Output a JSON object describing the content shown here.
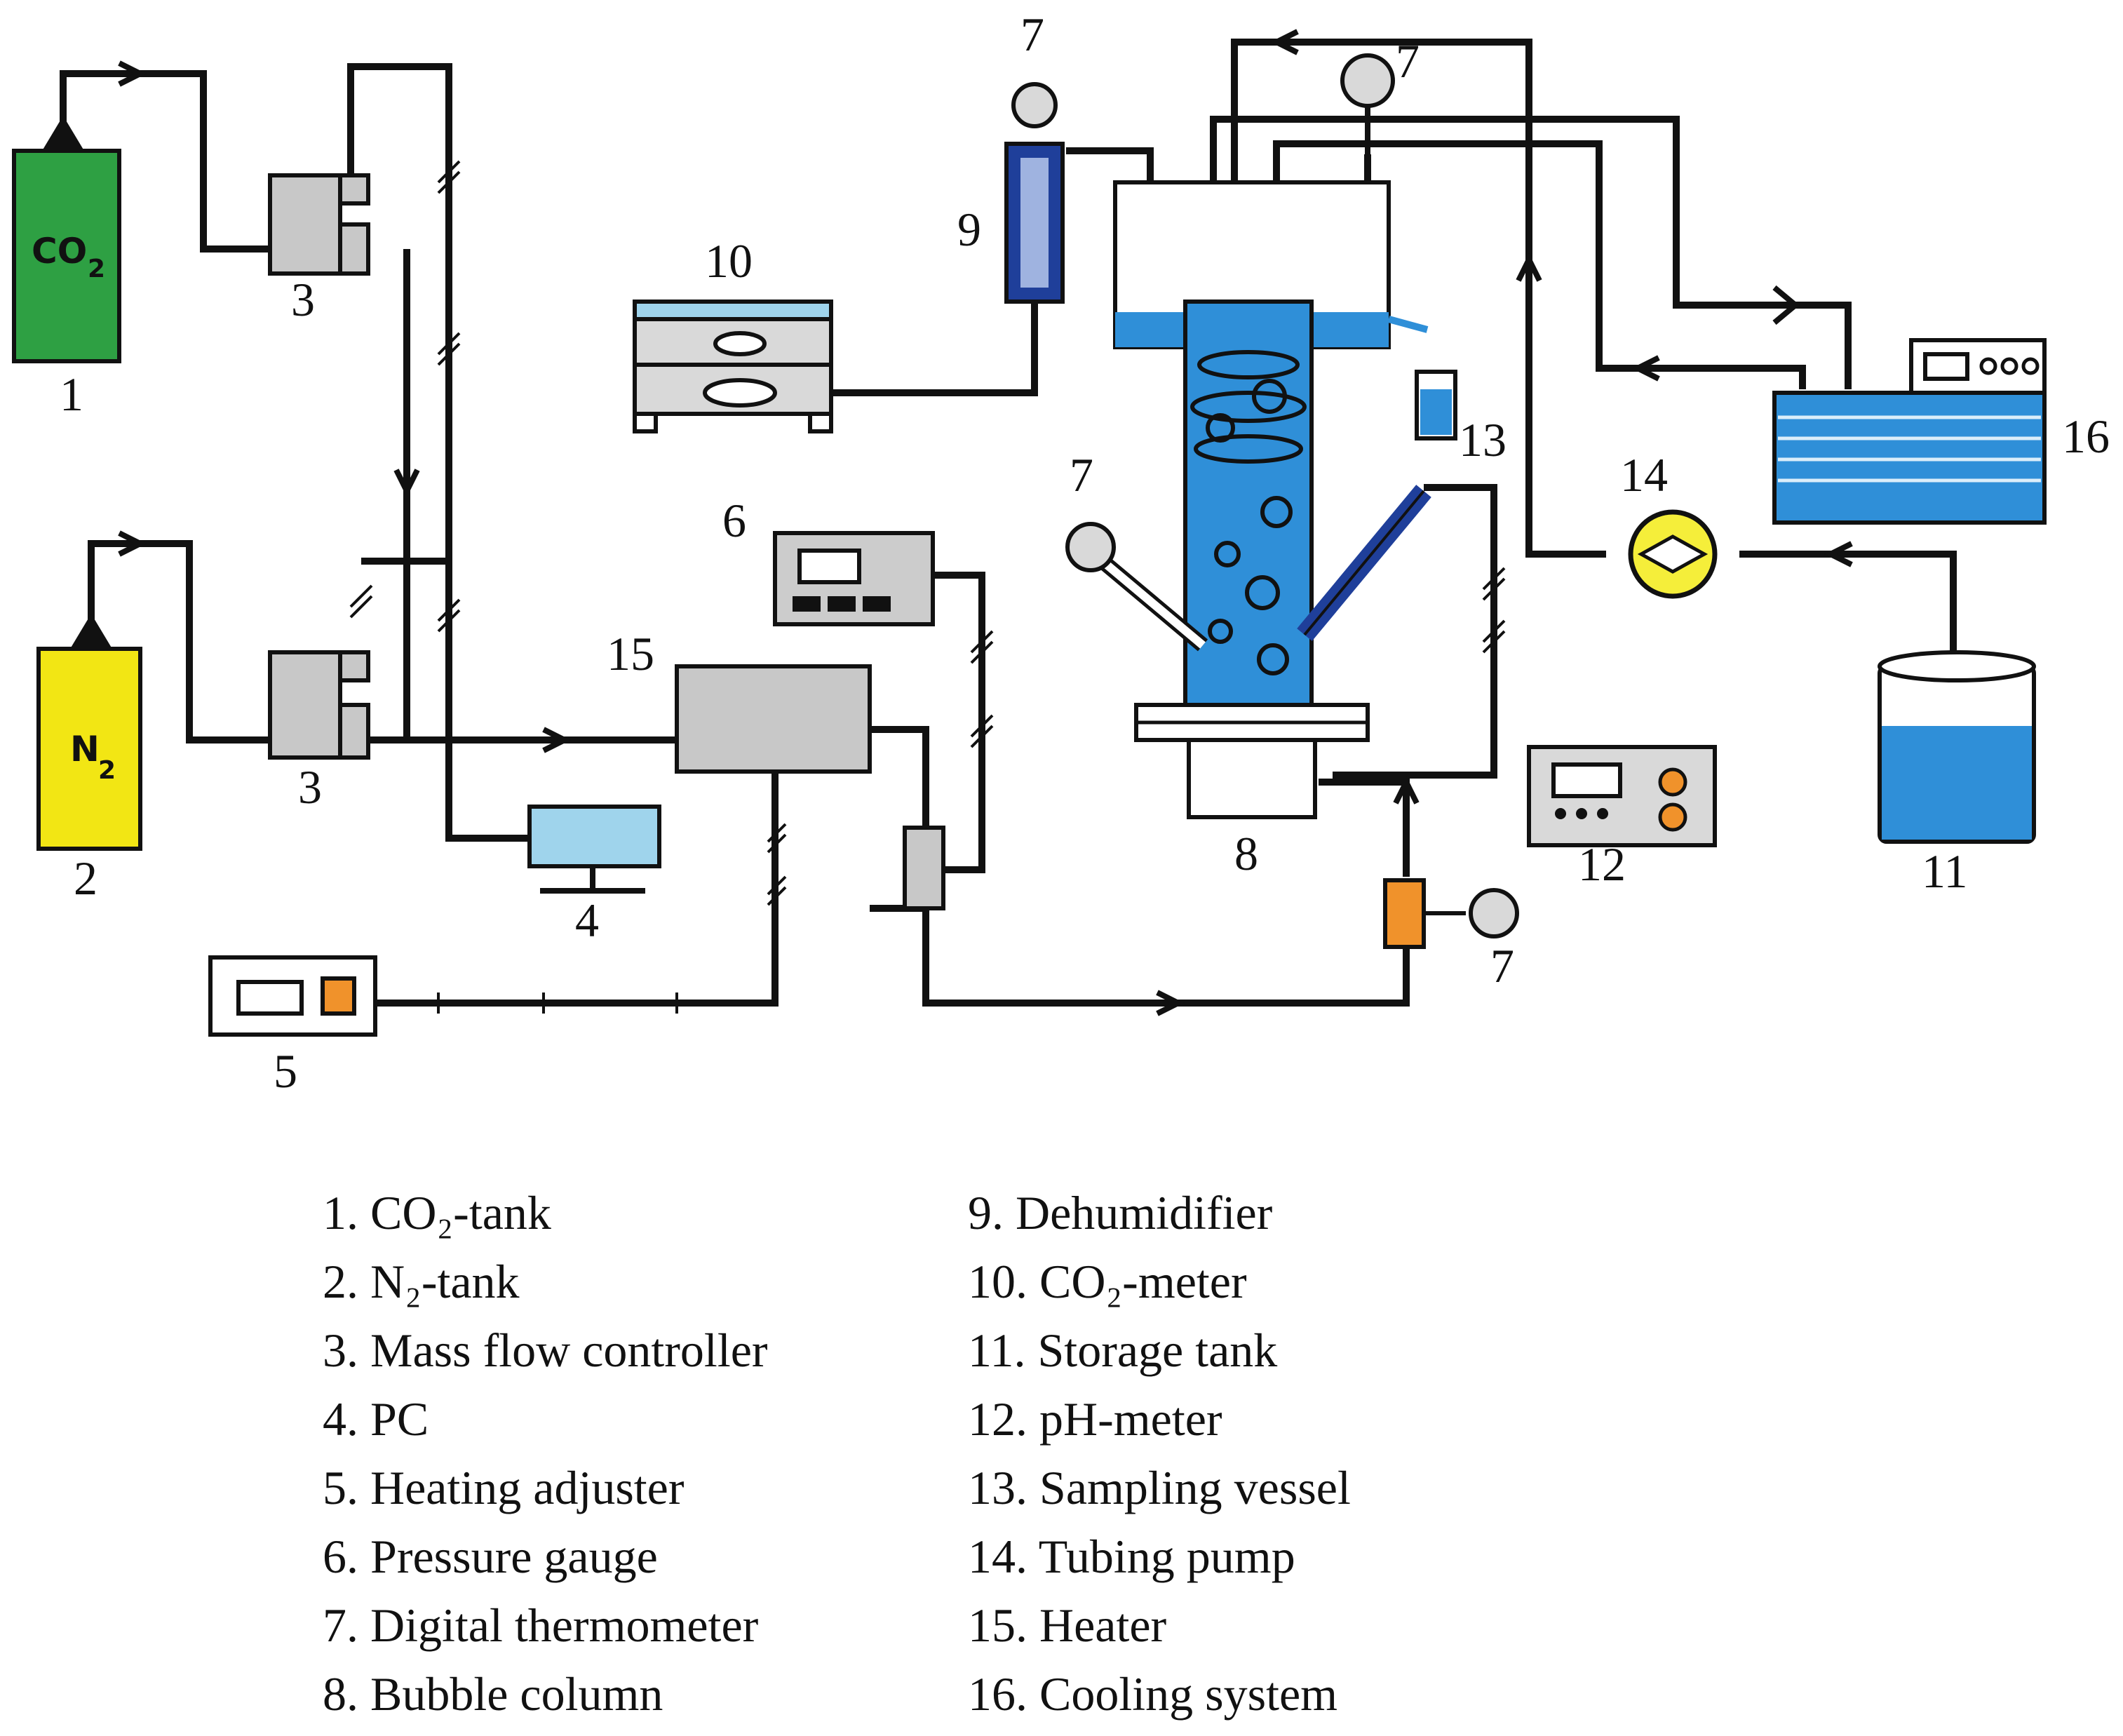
{
  "diagram": {
    "number_labels": [
      "1",
      "2",
      "3",
      "3",
      "4",
      "5",
      "6",
      "7",
      "7",
      "7",
      "7",
      "8",
      "9",
      "10",
      "11",
      "12",
      "13",
      "14",
      "15",
      "16"
    ],
    "co2_tank_label": "CO",
    "co2_subscript": "2",
    "n2_tank_label": "N",
    "n2_subscript": "2"
  },
  "legend": {
    "left": [
      "1. CO₂-tank",
      "2. N₂-tank",
      "3. Mass flow controller",
      "4. PC",
      "5. Heating adjuster",
      "6. Pressure gauge",
      "7. Digital thermometer",
      "8. Bubble column"
    ],
    "right": [
      "9. Dehumidifier",
      "10. CO₂-meter",
      "11. Storage tank",
      "12. pH-meter",
      "13. Sampling vessel",
      "14. Tubing pump",
      "15. Heater",
      "16. Cooling system"
    ]
  },
  "colors": {
    "co2_tank": "#2ea043",
    "n2_tank": "#f2e614",
    "water": "#2f8fd8",
    "light_blue": "#9fd4ec",
    "gray": "#c8c8c8",
    "orange": "#f0922b",
    "pump_yellow": "#f5ee3a",
    "dark_blue": "#1f3f9a"
  }
}
